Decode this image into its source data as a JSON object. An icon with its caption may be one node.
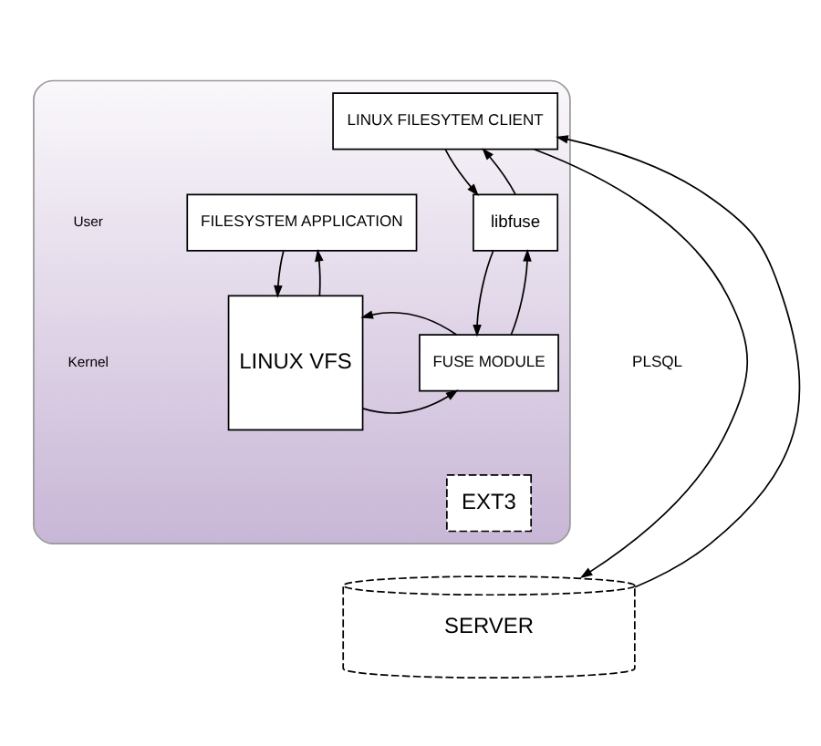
{
  "diagram": {
    "nodes": [
      {
        "text": [],
        "shape": "box"
      },
      {
        "text": [
          "LINUX FILESYTEM CLIENT"
        ],
        "in": 0
      },
      {
        "text": [
          "FILESYSTEM APPLICATION"
        ],
        "in": 0
      },
      {
        "text": [
          "libfuse"
        ],
        "in": 0
      },
      {
        "text": [
          "LINUX VFS"
        ],
        "in": 0
      },
      {
        "text": [
          "FUSE MODULE"
        ],
        "in": 0
      },
      {
        "text": [
          "EXT3"
        ],
        "in": 0
      },
      {
        "text": [
          "SERVER"
        ]
      }
    ],
    "edges": [
      {
        "from": 1,
        "to": 3,
        "arrow": "to"
      },
      {
        "from": 3,
        "to": 1,
        "arrow": "to"
      },
      {
        "from": 2,
        "to": 4,
        "arrow": "to"
      },
      {
        "from": 4,
        "to": 2,
        "arrow": "to"
      },
      {
        "from": 3,
        "to": 5,
        "arrow": "to"
      },
      {
        "from": 5,
        "to": 3,
        "arrow": "to"
      },
      {
        "from": 4,
        "to": 5,
        "arrow": "to"
      },
      {
        "from": 5,
        "to": 4,
        "arrow": "to"
      },
      {
        "from": 1,
        "to": 7,
        "arrow": "to"
      },
      {
        "from": 7,
        "to": 1,
        "arrow": "to"
      }
    ],
    "labels": [
      "User",
      "Kernel",
      "PLSQL"
    ]
  }
}
